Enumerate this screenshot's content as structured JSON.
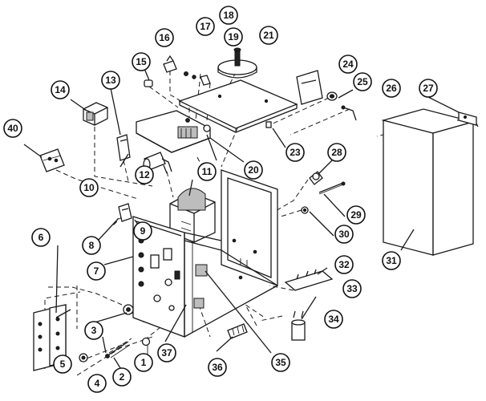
{
  "diagram": {
    "callouts": [
      {
        "id": "1",
        "label": "1"
      },
      {
        "id": "2",
        "label": "2"
      },
      {
        "id": "3",
        "label": "3"
      },
      {
        "id": "4",
        "label": "4"
      },
      {
        "id": "5",
        "label": "5"
      },
      {
        "id": "6",
        "label": "6"
      },
      {
        "id": "7",
        "label": "7"
      },
      {
        "id": "8",
        "label": "8"
      },
      {
        "id": "9",
        "label": "9"
      },
      {
        "id": "10",
        "label": "10"
      },
      {
        "id": "11",
        "label": "11"
      },
      {
        "id": "12",
        "label": "12"
      },
      {
        "id": "13",
        "label": "13"
      },
      {
        "id": "14",
        "label": "14"
      },
      {
        "id": "15",
        "label": "15"
      },
      {
        "id": "16",
        "label": "16"
      },
      {
        "id": "17",
        "label": "17"
      },
      {
        "id": "18",
        "label": "18"
      },
      {
        "id": "19",
        "label": "19"
      },
      {
        "id": "20",
        "label": "20"
      },
      {
        "id": "21",
        "label": "21"
      },
      {
        "id": "23",
        "label": "23"
      },
      {
        "id": "24",
        "label": "24"
      },
      {
        "id": "25",
        "label": "25"
      },
      {
        "id": "26",
        "label": "26"
      },
      {
        "id": "27",
        "label": "27"
      },
      {
        "id": "28",
        "label": "28"
      },
      {
        "id": "29",
        "label": "29"
      },
      {
        "id": "30",
        "label": "30"
      },
      {
        "id": "31",
        "label": "31"
      },
      {
        "id": "32",
        "label": "32"
      },
      {
        "id": "33",
        "label": "33"
      },
      {
        "id": "34",
        "label": "34"
      },
      {
        "id": "35",
        "label": "35"
      },
      {
        "id": "36",
        "label": "36"
      },
      {
        "id": "37",
        "label": "37"
      },
      {
        "id": "40",
        "label": "40"
      }
    ]
  }
}
